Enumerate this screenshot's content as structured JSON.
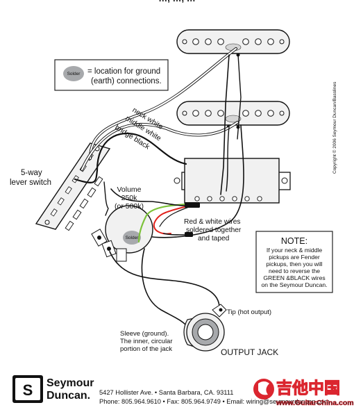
{
  "header": {
    "top_partial_title": "…, …, …"
  },
  "legend": {
    "solder_dot_label": "Solder",
    "text_line1": "= location for ground",
    "text_line2": "(earth) connections."
  },
  "switch": {
    "line1": "5-way",
    "line2": "lever switch"
  },
  "wire_labels": {
    "neck": "neck white",
    "middle": "middle white",
    "bridge": "bridge black"
  },
  "volume": {
    "line1": "Volume",
    "line2": "250k",
    "line3": "(or 500k)",
    "solder_label": "Solder"
  },
  "red_white_note": {
    "line1": "Red & white wires",
    "line2": "soldered together",
    "line3": "and taped"
  },
  "note_box": {
    "title": "NOTE:",
    "lines": [
      "If your neck & middle",
      "pickups are Fender",
      "pickups, then you will",
      "need to reverse the",
      "GREEN &BLACK wires",
      "on the Seymour Duncan."
    ]
  },
  "copyright": "Copyright © 2006 Seymour Duncan/Basslines",
  "jack": {
    "tip": "Tip (hot output)",
    "sleeve_line1": "Sleeve (ground).",
    "sleeve_line2": "The inner, circular",
    "sleeve_line3": "portion of the jack",
    "title": "OUTPUT JACK"
  },
  "footer": {
    "brand_line1": "Seymour",
    "brand_line2": "Duncan.",
    "address": "5427 Hollister Ave. • Santa Barbara, CA. 93111",
    "contact": "Phone: 805.964.9610 • Fax: 805.964.9749 • Email: wiring@seymourduncan.com"
  },
  "watermark": {
    "chinese": "吉他中国",
    "url": "www.GuitarChina.com"
  },
  "colors": {
    "green_wire": "#7cc23a",
    "red_wire": "#e0211b",
    "ground_fill": "#a7a9ac",
    "pickup_fill": "#f1f1f1"
  }
}
